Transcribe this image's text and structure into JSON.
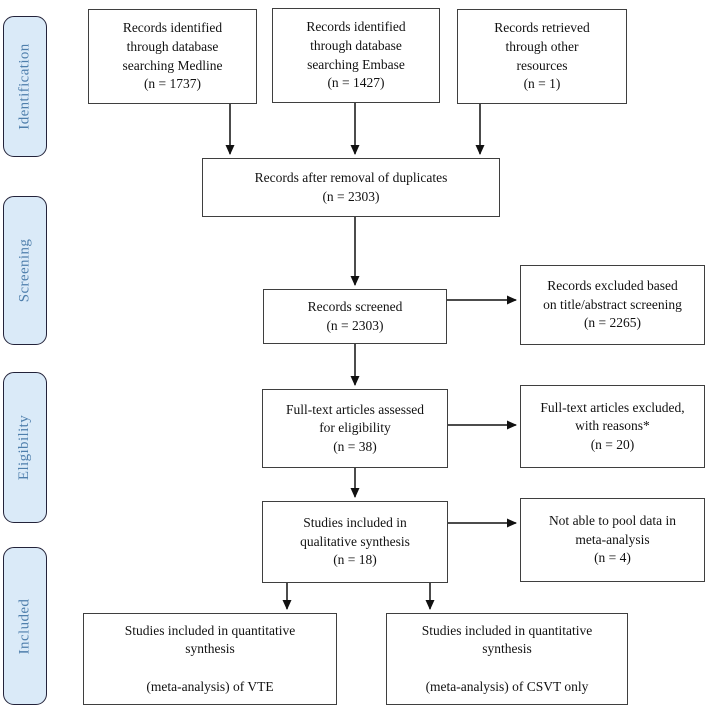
{
  "colors": {
    "background": "#ffffff",
    "box_border": "#3f3f3f",
    "box_text": "#111111",
    "arrow": "#111111",
    "stage_fill": "#daeaf8",
    "stage_border": "#23233a",
    "stage_text": "#4f7fac"
  },
  "stages": [
    {
      "label": "Identification"
    },
    {
      "label": "Screening"
    },
    {
      "label": "Eligibility"
    },
    {
      "label": "Included"
    }
  ],
  "boxes": {
    "medline": "Records identified\nthrough database\nsearching Medline\n(n = 1737)",
    "embase": "Records identified\nthrough database\nsearching Embase\n(n = 1427)",
    "other": "Records retrieved\nthrough other\nresources\n(n = 1)",
    "duplicates": "Records after removal of duplicates\n(n = 2303)",
    "screened": "Records screened\n(n = 2303)",
    "excluded_screening": "Records excluded based\non title/abstract screening\n(n = 2265)",
    "fulltext": "Full-text articles assessed\nfor eligibility\n(n = 38)",
    "excluded_fulltext": "Full-text articles excluded,\nwith reasons*\n(n = 20)",
    "qualitative": "Studies included in\nqualitative synthesis\n(n = 18)",
    "not_pooled": "Not able to pool data in\nmeta-analysis\n(n = 4)",
    "quantitative_vte": "Studies included in quantitative\nsynthesis\n\n(meta-analysis) of VTE",
    "quantitative_csvt": "Studies included in quantitative\nsynthesis\n\n(meta-analysis) of CSVT only"
  }
}
